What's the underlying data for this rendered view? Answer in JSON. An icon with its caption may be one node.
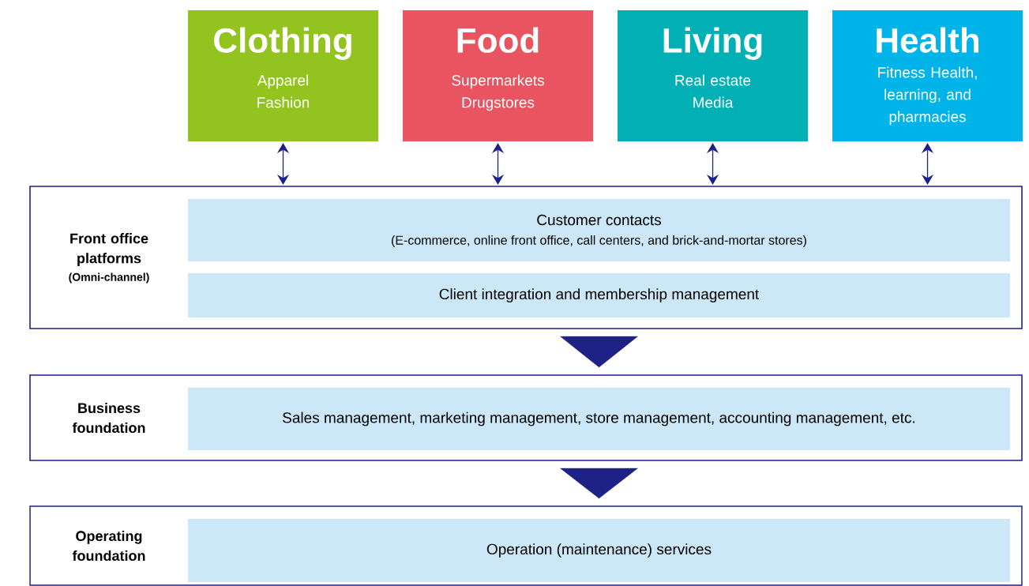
{
  "diagram": {
    "nodes": [
      {
        "text": [
          "Clothing",
          "Apparel Fashion"
        ]
      },
      {
        "text": [
          "Food",
          "Supermarkets Drugstores"
        ]
      },
      {
        "text": [
          "Living",
          "Real estate Media"
        ]
      },
      {
        "text": [
          "Health",
          "Fitness Health, learning, and pharmacies"
        ]
      },
      {
        "text": [
          "Front office platforms",
          "(Omni-channel)"
        ]
      },
      {
        "text": [
          "Customer contacts",
          "(E-commerce, online front office, call centers, and brick-and-mortar stores)"
        ],
        "in": 4
      },
      {
        "text": [
          "Client integration and membership management"
        ],
        "in": 4
      },
      {
        "text": [
          "Business foundation"
        ]
      },
      {
        "text": [
          "Sales management, marketing management, store management, accounting management, etc."
        ],
        "in": 7
      },
      {
        "text": [
          "Operating foundation"
        ]
      },
      {
        "text": [
          "Operation (maintenance) services"
        ],
        "in": 9
      }
    ],
    "edges": [
      {
        "from": 0,
        "to": 4,
        "arrow": "both"
      },
      {
        "from": 1,
        "to": 4,
        "arrow": "both"
      },
      {
        "from": 2,
        "to": 4,
        "arrow": "both"
      },
      {
        "from": 3,
        "to": 4,
        "arrow": "both"
      },
      {
        "from": 4,
        "to": 7,
        "arrow": "to"
      },
      {
        "from": 7,
        "to": 9,
        "arrow": "to"
      }
    ]
  }
}
